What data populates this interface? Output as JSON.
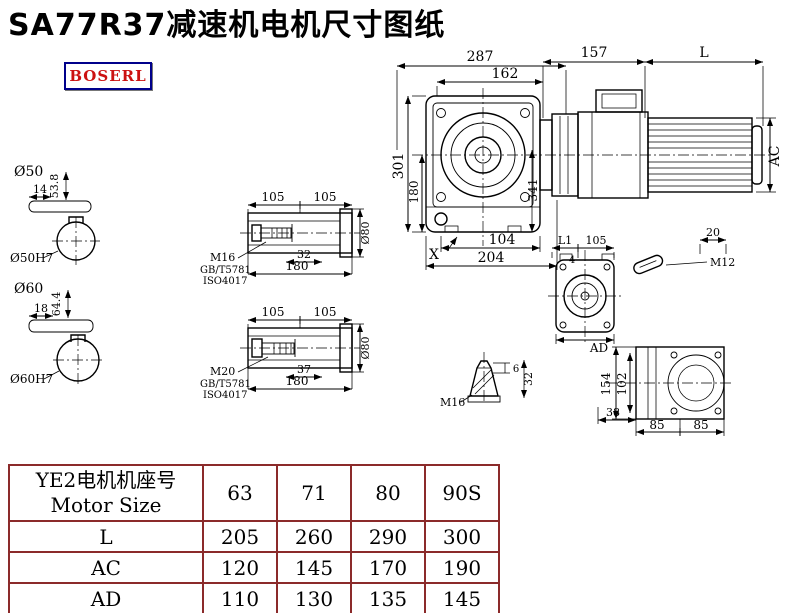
{
  "title": "SA77R37减速机电机尺寸图纸",
  "logo": "BOSERL",
  "colors": {
    "drawing_line": "#000000",
    "table_border": "#8b2a2a",
    "logo_border": "#00008b",
    "logo_text": "#cc1111"
  },
  "main_view": {
    "dim_287": "287",
    "dim_162": "162",
    "dim_157": "157",
    "dim_L": "L",
    "dim_301": "301",
    "dim_180": "180",
    "dim_341": "341",
    "dim_AC": "AC",
    "label_X": "X",
    "dim_104": "104",
    "dim_204": "204"
  },
  "shaft_d50": {
    "label": "Ø50",
    "dim_14": "14",
    "dim_53_8": "53.8",
    "bore_label": "Ø50H7"
  },
  "shaft_d60": {
    "label": "Ø60",
    "dim_18": "18",
    "dim_64_4": "64.4",
    "bore_label": "Ø60H7"
  },
  "hollow_shaft_m16": {
    "dim_105_left": "105",
    "dim_105_right": "105",
    "bolt": "M16",
    "std_gb": "GB/T5781",
    "std_iso": "ISO4017",
    "dim_32": "32",
    "dim_180": "180",
    "dim_d80": "Ø80"
  },
  "hollow_shaft_m20": {
    "dim_105_left": "105",
    "dim_105_right": "105",
    "bolt": "M20",
    "std_gb": "GB/T5781",
    "std_iso": "ISO4017",
    "dim_37": "37",
    "dim_180": "180",
    "dim_d80": "Ø80"
  },
  "output_side_view": {
    "dim_L1": "L1",
    "dim_105": "105",
    "dim_4": "4",
    "dim_20": "20",
    "bolt": "M12",
    "dim_AD": "AD"
  },
  "breather_view": {
    "dim_6": "6",
    "dim_32": "32",
    "bolt": "M16"
  },
  "top_view": {
    "dim_154": "154",
    "dim_102": "102",
    "dim_38": "38",
    "dim_85_left": "85",
    "dim_85_right": "85"
  },
  "table": {
    "header": {
      "line1": "YE2电机机座号",
      "line2": "Motor Size",
      "cols": [
        "63",
        "71",
        "80",
        "90S"
      ]
    },
    "rows": [
      {
        "label": "L",
        "values": [
          "205",
          "260",
          "290",
          "300"
        ]
      },
      {
        "label": "AC",
        "values": [
          "120",
          "145",
          "170",
          "190"
        ]
      },
      {
        "label": "AD",
        "values": [
          "110",
          "130",
          "135",
          "145"
        ]
      }
    ]
  }
}
